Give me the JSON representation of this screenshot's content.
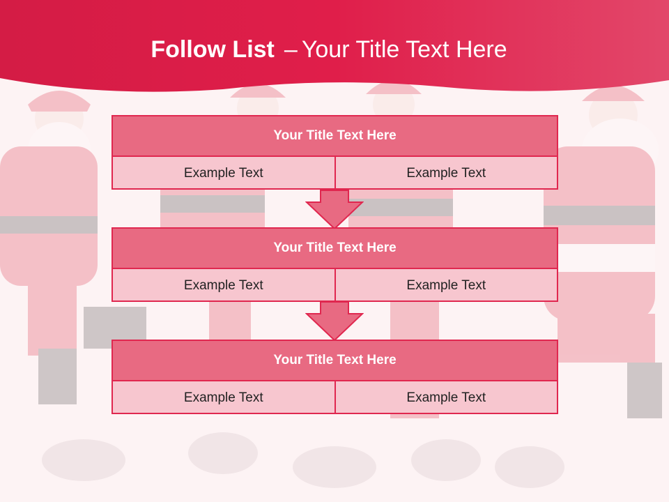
{
  "title": {
    "bold": "Follow List",
    "dash": "–",
    "rest": "Your Title Text Here"
  },
  "background": {
    "image_subject": "santa-claus-figures",
    "accent": "#e0274f",
    "header_color": "#d41c45"
  },
  "blocks": [
    {
      "title": "Your Title Text Here",
      "left": "Example Text",
      "right": "Example Text"
    },
    {
      "title": "Your Title Text Here",
      "left": "Example Text",
      "right": "Example Text"
    },
    {
      "title": "Your Title Text Here",
      "left": "Example Text",
      "right": "Example Text"
    }
  ]
}
